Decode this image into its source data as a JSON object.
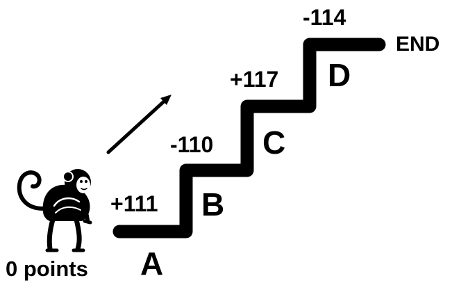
{
  "start": {
    "label": "0 points"
  },
  "end": {
    "label": "END"
  },
  "steps": [
    {
      "letter": "A",
      "value": "+111"
    },
    {
      "letter": "B",
      "value": "-110"
    },
    {
      "letter": "C",
      "value": "+117"
    },
    {
      "letter": "D",
      "value": "-114"
    }
  ],
  "icons": {
    "character": "monkey-icon",
    "direction": "arrow-up-right-icon"
  },
  "colors": {
    "ink": "#000000",
    "background": "#ffffff"
  }
}
